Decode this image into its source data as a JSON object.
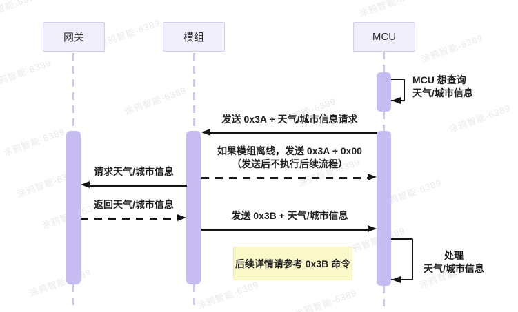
{
  "watermark": {
    "text": "涂鸦智能-6389"
  },
  "participants": [
    {
      "label": "网关"
    },
    {
      "label": "模组"
    },
    {
      "label": "MCU"
    }
  ],
  "messages": {
    "mcu_self_query": {
      "line1": "MCU 想查询",
      "line2": "天气/城市信息"
    },
    "send_0x3a": {
      "label": "发送 0x3A + 天气/城市信息请求"
    },
    "offline_case": {
      "line1": "如果模组离线，发送 0x3A + 0x00",
      "line2": "（发送后不执行后续流程）"
    },
    "request_info": {
      "label": "请求天气/城市信息"
    },
    "return_info": {
      "label": "返回天气/城市信息"
    },
    "send_0x3b": {
      "label": "发送 0x3B + 天气/城市信息"
    },
    "mcu_self_process": {
      "line1": "处理",
      "line2": "天气/城市信息"
    }
  },
  "note": {
    "text": "后续详情请参考 0x3B 命令"
  },
  "colors": {
    "participant_fill": "#f1eefb",
    "participant_border": "#d5c9f0",
    "activation_fill": "#c6bcf2",
    "lifeline": "#cfc7f0",
    "note_fill": "#fbf8ca",
    "note_border": "#eee8ad",
    "arrow": "#141414",
    "text": "#1f1f1f",
    "watermark": "#e9e9e9"
  }
}
